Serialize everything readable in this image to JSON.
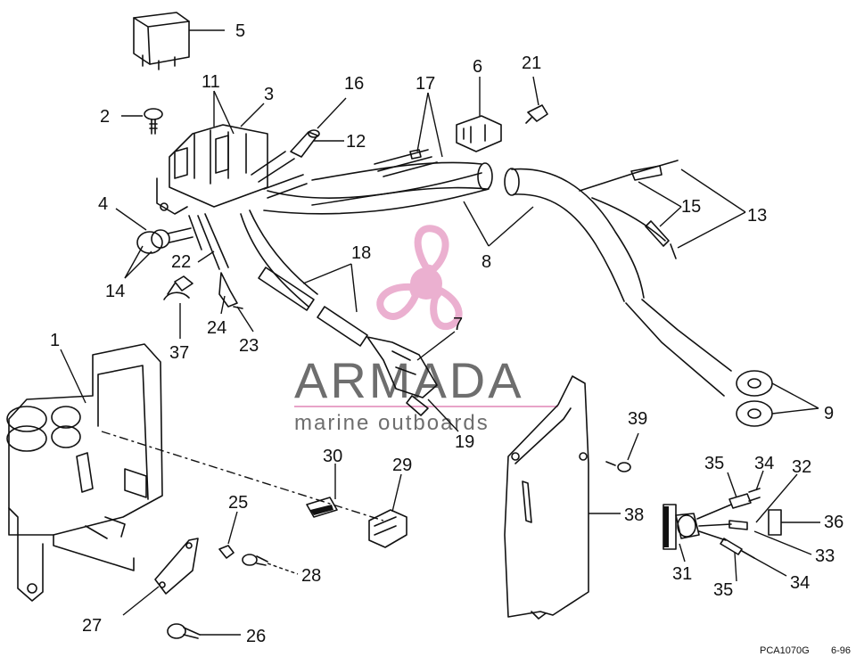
{
  "watermark": {
    "brand": "ARMADA",
    "tagline": "marine outboards",
    "logo": "propeller-logo",
    "logo_color": "#e8a3c8"
  },
  "diagram_code": "PCA1070G",
  "diagram_date": "6-96",
  "callouts": {
    "c1": "1",
    "c2": "2",
    "c3": "3",
    "c4": "4",
    "c5": "5",
    "c6": "6",
    "c7": "7",
    "c8": "8",
    "c9": "9",
    "c11": "11",
    "c12": "12",
    "c13": "13",
    "c14": "14",
    "c15": "15",
    "c16": "16",
    "c17": "17",
    "c18": "18",
    "c19": "19",
    "c21": "21",
    "c22": "22",
    "c23": "23",
    "c24": "24",
    "c25": "25",
    "c26": "26",
    "c27": "27",
    "c28": "28",
    "c29": "29",
    "c30": "30",
    "c31": "31",
    "c32": "32",
    "c33": "33",
    "c34a": "34",
    "c34b": "34",
    "c35a": "35",
    "c35b": "35",
    "c36": "36",
    "c37": "37",
    "c38": "38",
    "c39": "39"
  }
}
